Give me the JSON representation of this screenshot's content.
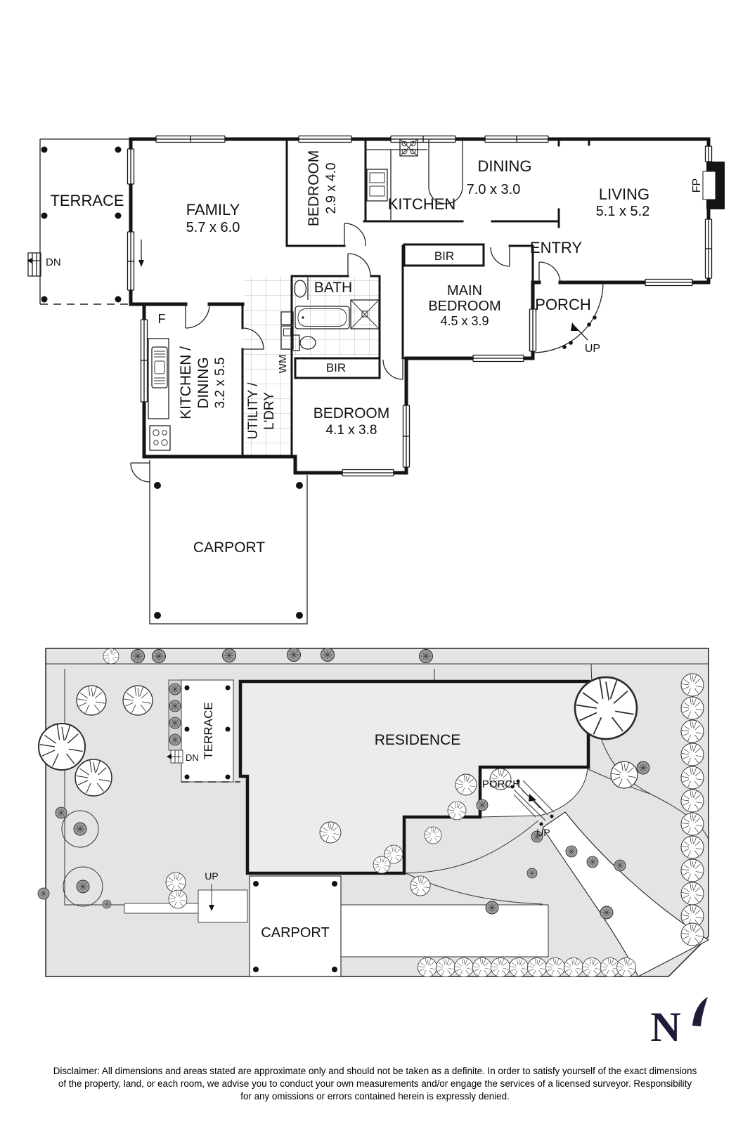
{
  "floor_plan": {
    "terrace": {
      "label": "TERRACE",
      "dn": "DN"
    },
    "family": {
      "label": "FAMILY",
      "dims": "5.7 x 6.0"
    },
    "bedroom_top": {
      "label": "BEDROOM",
      "dims": "2.9 x 4.0"
    },
    "kitchen": {
      "label": "KITCHEN"
    },
    "dining": {
      "label": "DINING",
      "dims": "7.0 x 3.0"
    },
    "living": {
      "label": "LIVING",
      "dims": "5.1 x 5.2"
    },
    "fireplace": "FP",
    "entry": {
      "label": "ENTRY"
    },
    "bir_main": "BIR",
    "main_bedroom": {
      "line1": "MAIN",
      "line2": "BEDROOM",
      "dims": "4.5 x 3.9"
    },
    "porch": {
      "label": "PORCH",
      "up": "UP"
    },
    "bath": {
      "label": "BATH"
    },
    "wm": "WM",
    "bir_2": "BIR",
    "bedroom_lower": {
      "label": "BEDROOM",
      "dims": "4.1 x 3.8"
    },
    "kitchen_dining": {
      "line1": "KITCHEN /",
      "line2": "DINING",
      "dims": "3.2 x 5.5"
    },
    "utility": {
      "line1": "UTILITY /",
      "line2": "L'DRY"
    },
    "fridge": "F",
    "carport": {
      "label": "CARPORT"
    }
  },
  "site_plan": {
    "residence": "RESIDENCE",
    "terrace": "TERRACE",
    "terrace_dn": "DN",
    "porch": "PORCH",
    "porch_up": "UP",
    "carport": "CARPORT",
    "carport_up": "UP"
  },
  "compass": {
    "label": "N"
  },
  "disclaimer": {
    "line1": "Disclaimer: All dimensions and areas stated are approximate only and should not be taken as a definite. In order to satisfy yourself of the exact dimensions",
    "line2": "of the property, land, or each room, we advise you to conduct your own measurements and/or engage the services of a licensed surveyor. Responsibility",
    "line3": "for any omissions or errors contained herein is expressly denied."
  },
  "colors": {
    "site_grey": "#e4e4e6",
    "residence_grey": "#ececee",
    "compass_navy": "#1d1d3a",
    "wall_black": "#141414"
  }
}
